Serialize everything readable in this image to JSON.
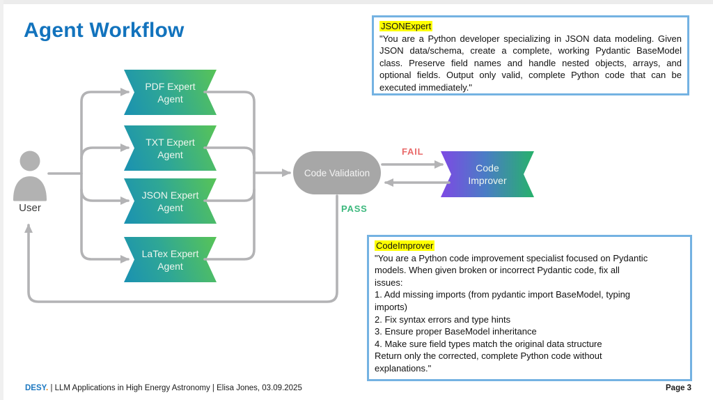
{
  "title": "Agent Workflow",
  "diagram": {
    "user_label": "User",
    "agents": [
      {
        "name": "PDF Expert",
        "role": "Agent"
      },
      {
        "name": "TXT Expert",
        "role": "Agent"
      },
      {
        "name": "JSON Expert",
        "role": "Agent"
      },
      {
        "name": "LaTex Expert",
        "role": "Agent"
      }
    ],
    "validation_label": "Code Validation",
    "improver": {
      "line1": "Code",
      "line2": "Improver"
    },
    "fail_label": "FAIL",
    "pass_label": "PASS"
  },
  "callouts": {
    "json_expert": {
      "heading": "JSONExpert",
      "body": "\"You are a Python developer specializing in JSON data modeling. Given JSON data/schema, create a complete, working Pydantic BaseModel class. Preserve field names and handle nested objects, arrays, and optional fields. Output only valid, complete Python code that can be executed immediately.\""
    },
    "code_improver": {
      "heading": "CodeImprover",
      "body": "\"You are a Python code improvement specialist focused on Pydantic\nmodels. When given broken or incorrect Pydantic code, fix all\nissues:\n1. Add missing imports (from pydantic import BaseModel, typing\nimports)\n2. Fix syntax errors and type hints\n3. Ensure proper BaseModel inheritance\n4. Make sure field types match the original data structure\nReturn only the corrected, complete Python code without\nexplanations.\""
    }
  },
  "footer": {
    "brand": "DESY",
    "brand_dot": ".",
    "text": " | LLM Applications in High Energy Astronomy | Elisa Jones, 03.09.2025",
    "page": "Page 3"
  },
  "colors": {
    "title_blue": "#1273bd",
    "callout_border_blue": "#74b2e2",
    "highlight_yellow": "#ffff00",
    "fail_red": "#e96a6a",
    "pass_green": "#3cb87d",
    "connector_gray": "#b3b3b5",
    "validation_gray": "#a7a7a7",
    "agent_gradient_start": "#1a91b2",
    "agent_gradient_end": "#58c457",
    "improver_gradient_start": "#7e49e4",
    "improver_gradient_end": "#27b16b",
    "desy_blue": "#1d78c0",
    "desy_dot_orange": "#f07d00"
  }
}
